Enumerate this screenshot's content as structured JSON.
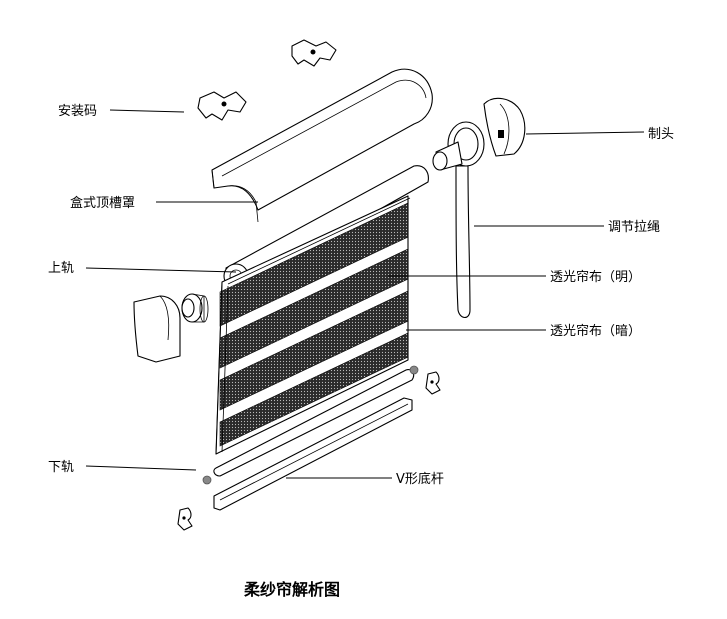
{
  "title": "柔纱帘解析图",
  "labels": {
    "mount_code": "安装码",
    "box_cover": "盒式顶槽罩",
    "upper_rail": "上轨",
    "lower_rail": "下轨",
    "control_head": "制头",
    "pull_cord": "调节拉绳",
    "sheer_light": "透光帘布（明）",
    "sheer_dark": "透光帘布（暗）",
    "v_bottom_bar": "V形底杆"
  },
  "colors": {
    "stripe": "#2b2b2b",
    "screw": "#888888",
    "outline": "#000000"
  }
}
